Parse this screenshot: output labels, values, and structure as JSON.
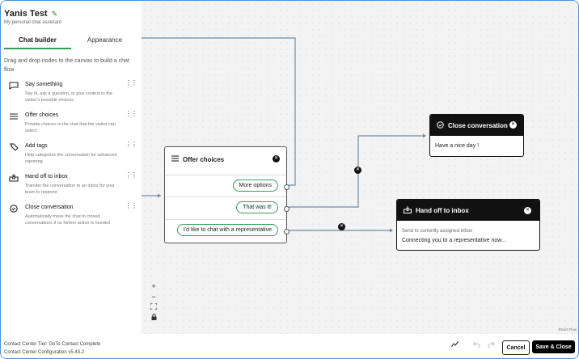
{
  "header": {
    "title": "Yanis Test",
    "subtitle": "My personal chat assistant"
  },
  "tabs": [
    {
      "label": "Chat builder",
      "active": true
    },
    {
      "label": "Appearance",
      "active": false
    }
  ],
  "instructions": "Drag and drop nodes to the canvas to build a chat flow",
  "node_types": [
    {
      "icon": "message-icon",
      "name": "Say something",
      "description": "Say hi, ask a question, or give context to the visitor's possible choices"
    },
    {
      "icon": "list-icon",
      "name": "Offer choices",
      "description": "Provide choices in the chat that the visitor can select"
    },
    {
      "icon": "tag-icon",
      "name": "Add tags",
      "description": "Help categorize the conversation for advanced reporting"
    },
    {
      "icon": "inbox-icon",
      "name": "Hand off to inbox",
      "description": "Transfer the conversation to an inbox for your team to respond"
    },
    {
      "icon": "check-circle-icon",
      "name": "Close conversation",
      "description": "Automatically move the chat to closed conversations if no further action is needed"
    }
  ],
  "canvas": {
    "offer_choices": {
      "title": "Offer choices",
      "options": [
        "More options",
        "That was it!",
        "I'd like to chat with a representative"
      ]
    },
    "close_conversation": {
      "title": "Close conversation",
      "message": "Have a nice day !"
    },
    "hand_off": {
      "title": "Hand off to inbox",
      "subtitle": "Send to currently assigned inbox",
      "message": "Connecting you to a representative now..."
    },
    "controls": [
      "+",
      "−",
      "⛶",
      "🔒"
    ],
    "attribution": "React Flow"
  },
  "footer": {
    "line1": "Contact Center Tier: GoTo Contact Complete",
    "line2": "Contact Center Configuration v5.43.2",
    "cancel_label": "Cancel",
    "save_label": "Save & Close"
  },
  "colors": {
    "accent": "#2e9d57",
    "wire": "#6e8ca6",
    "dark": "#111111"
  }
}
